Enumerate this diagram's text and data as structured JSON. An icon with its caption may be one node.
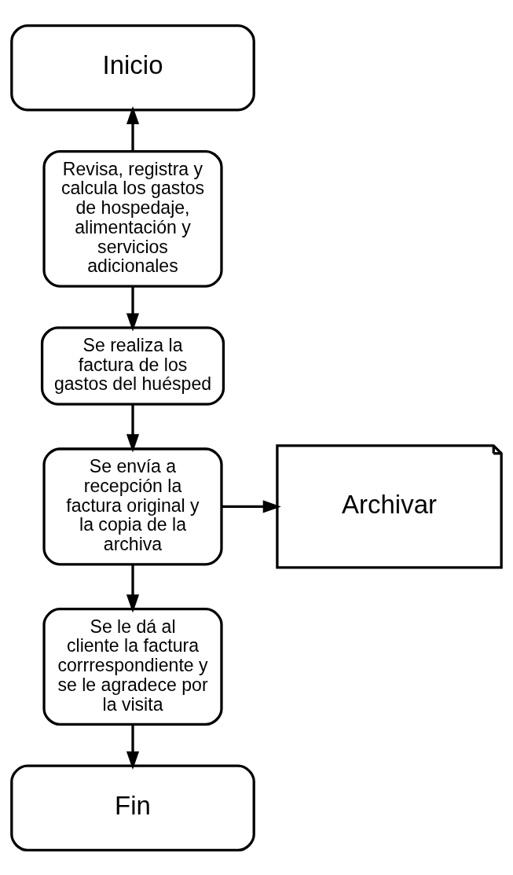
{
  "diagram": {
    "nodes": [
      {
        "text": [
          "Inicio"
        ]
      },
      {
        "text": [
          "Revisa, registra y calcula los gastos de hospedaje, alimentación y servicios adicionales"
        ]
      },
      {
        "text": [
          "Se realiza la factura de los gastos del huésped"
        ]
      },
      {
        "text": [
          "Se envía a recepción la factura original y la copia de la archiva"
        ]
      },
      {
        "text": [
          "Archivar"
        ]
      },
      {
        "text": [
          "Se le dá al cliente la factura corrrespondiente y se le agradece por la visita"
        ]
      },
      {
        "text": [
          "Fin"
        ]
      }
    ],
    "edges": [
      {
        "from": 1,
        "to": 0,
        "arrow": "to"
      },
      {
        "from": 1,
        "to": 2,
        "arrow": "to"
      },
      {
        "from": 2,
        "to": 3,
        "arrow": "to"
      },
      {
        "from": 3,
        "to": 4,
        "arrow": "to"
      },
      {
        "from": 3,
        "to": 5,
        "arrow": "to"
      },
      {
        "from": 5,
        "to": 6,
        "arrow": "to"
      }
    ]
  }
}
